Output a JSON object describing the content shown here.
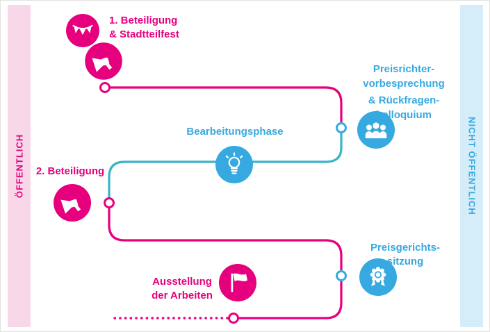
{
  "colors": {
    "pink": "#e6007e",
    "blue": "#36a9e1",
    "teal_line": "#3ab5c9",
    "public_band_bg": "#f8d7e9",
    "private_band_bg": "#d5edf9"
  },
  "bands": {
    "left": {
      "label": "ÖFFENTLICH"
    },
    "right": {
      "label": "NICHT ÖFFENTLICH"
    }
  },
  "stations": [
    {
      "id": "beteiligung-1",
      "lines": [
        "1. Beteiligung",
        "& Stadtteilfest"
      ],
      "theme": "pink",
      "icons": [
        "bunting-icon",
        "megaphone-icon"
      ]
    },
    {
      "id": "preisrichtervorbesprechung",
      "lines": [
        "Preisrichter-",
        "vorbesprechung",
        "& Rückfragen-",
        "kolloquium"
      ],
      "theme": "blue",
      "icons": [
        "committee-icon"
      ]
    },
    {
      "id": "bearbeitungsphase",
      "lines": [
        "Bearbeitungsphase"
      ],
      "theme": "blue",
      "icons": [
        "lightbulb-icon"
      ]
    },
    {
      "id": "beteiligung-2",
      "lines": [
        "2. Beteiligung"
      ],
      "theme": "pink",
      "icons": [
        "megaphone-icon"
      ]
    },
    {
      "id": "preisgerichtssitzung",
      "lines": [
        "Preisgerichts-",
        "sitzung"
      ],
      "theme": "blue",
      "icons": [
        "rosette-icon"
      ]
    },
    {
      "id": "ausstellung",
      "lines": [
        "Ausstellung",
        "der Arbeiten"
      ],
      "theme": "pink",
      "icons": [
        "flag-icon"
      ]
    }
  ],
  "flow": {
    "segments": [
      {
        "from": "beteiligung-1",
        "to": "preisrichtervorbesprechung",
        "color": "pink",
        "style": "solid"
      },
      {
        "from": "preisrichtervorbesprechung",
        "to": "beteiligung-2",
        "color": "teal_line",
        "style": "solid",
        "through": "bearbeitungsphase"
      },
      {
        "from": "beteiligung-2",
        "to": "preisgerichtssitzung",
        "color": "pink",
        "style": "solid"
      },
      {
        "from": "preisgerichtssitzung",
        "to": "ausstellung",
        "color": "pink",
        "style": "solid"
      },
      {
        "from": "ausstellung",
        "to": "continuation",
        "color": "pink",
        "style": "dotted"
      }
    ]
  }
}
